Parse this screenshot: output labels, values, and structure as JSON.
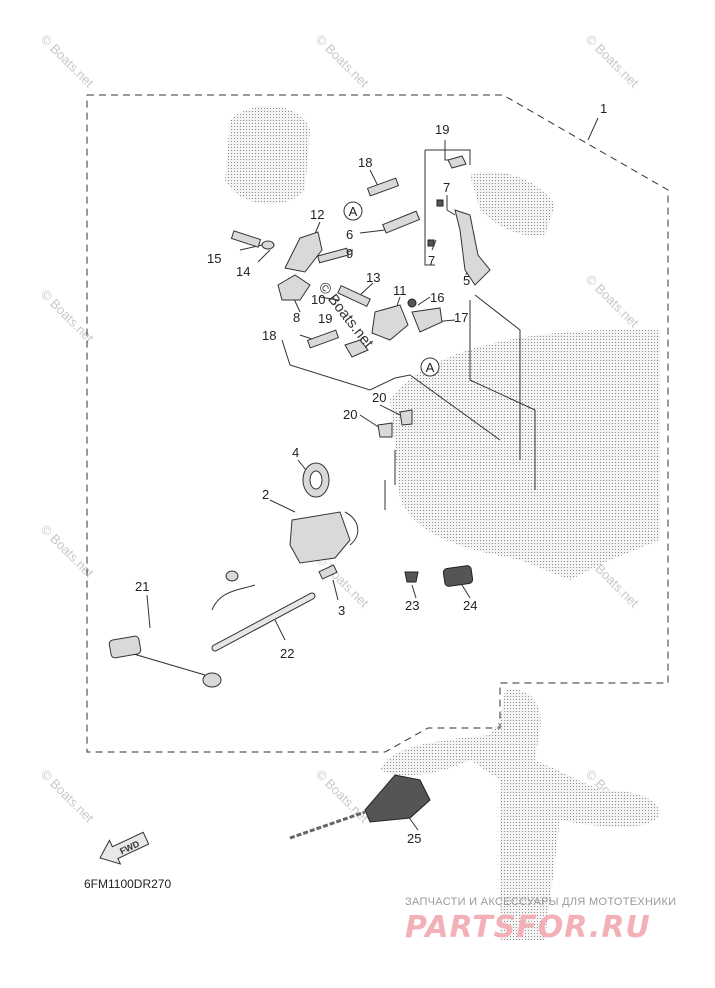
{
  "diagram": {
    "part_numbers": [
      "1",
      "2",
      "3",
      "4",
      "5",
      "6",
      "7",
      "7",
      "8",
      "9",
      "10",
      "11",
      "12",
      "13",
      "14",
      "15",
      "16",
      "17",
      "18",
      "18",
      "19",
      "19",
      "20",
      "20",
      "21",
      "22",
      "23",
      "24",
      "25"
    ],
    "reference_marker": "A",
    "fwd_label": "FWD",
    "diagram_code": "6FM1100DR270",
    "watermark": "© Boats.net",
    "center_watermark": "© Boats.net",
    "footer": {
      "tagline": "ЗАПЧАСТИ И АКСЕССУАРЫ ДЛЯ МОТОТЕХНИКИ",
      "brand": "PARTSFOR.RU"
    }
  }
}
